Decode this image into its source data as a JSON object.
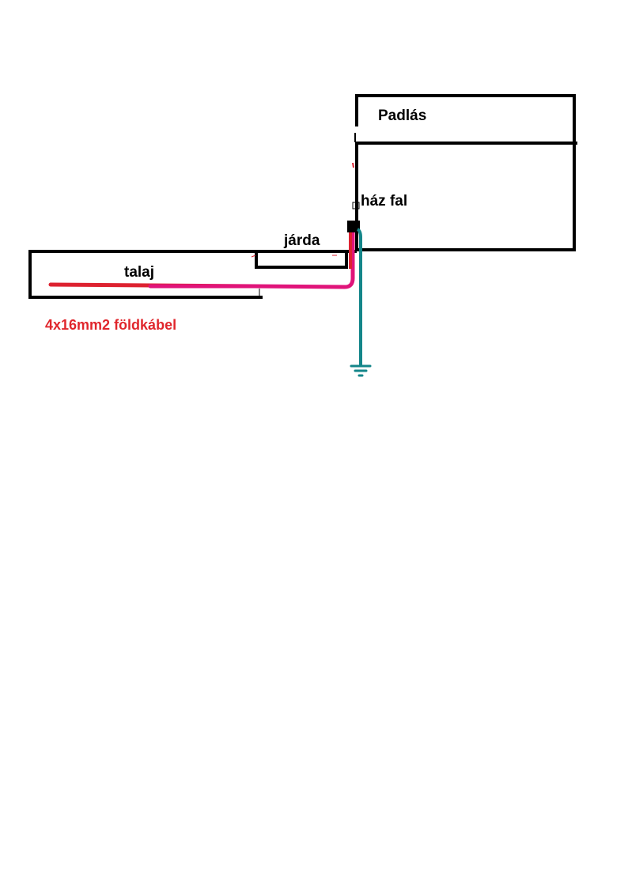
{
  "labels": {
    "attic": "Padlás",
    "house_wall": "ház fal",
    "sidewalk": "járda",
    "ground": "talaj",
    "cable": "4x16mm2 földkábel"
  },
  "colors": {
    "outline": "#000000",
    "cable_red": "#dd2230",
    "cable_pink": "#e0147a",
    "ground_wire": "#14868a",
    "cable_label": "#e0262c",
    "text": "#000000"
  },
  "symbols": {
    "earth": "ground-symbol-icon",
    "junction": "junction-box-icon"
  }
}
